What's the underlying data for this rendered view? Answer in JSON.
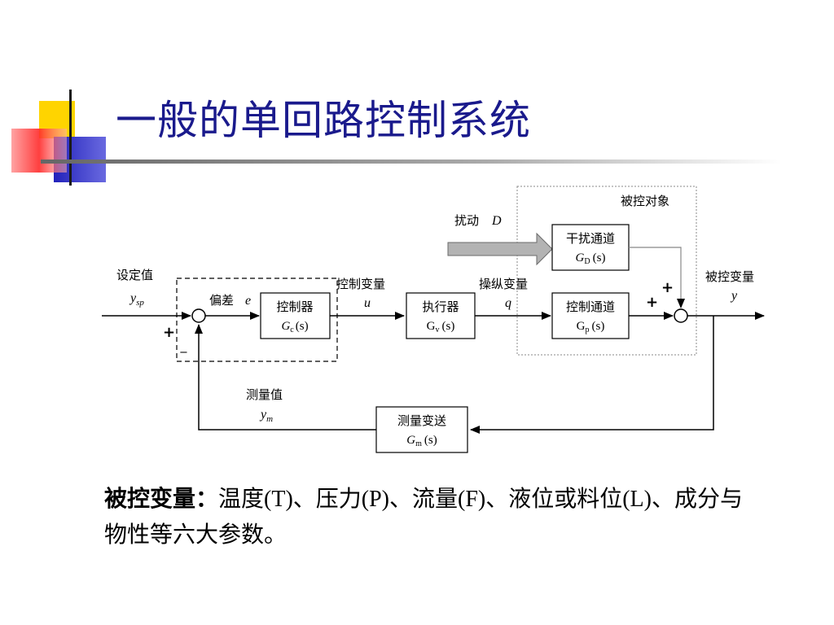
{
  "title": "一般的单回路控制系统",
  "colors": {
    "title": "#1a1a8c",
    "deco_yellow": "#ffd700",
    "deco_blue": "#2a2acc",
    "deco_red": "#ff3333",
    "rule": "#7f7f7f"
  },
  "diagram": {
    "object_label": "被控对象",
    "disturbance": {
      "label": "扰动",
      "symbol": "D"
    },
    "setpoint": {
      "label": "设定值",
      "symbol_main": "y",
      "symbol_sub": "sp"
    },
    "error": {
      "label": "偏差",
      "symbol": "e"
    },
    "controller": {
      "name": "控制器",
      "tf_main": "G",
      "tf_sub": "c",
      "tf_arg": "(s)"
    },
    "control_var": {
      "label": "控制变量",
      "symbol": "u"
    },
    "actuator": {
      "name": "执行器",
      "tf_main": "G",
      "tf_sub": "v",
      "tf_arg": "(s)"
    },
    "manip_var": {
      "label": "操纵变量",
      "symbol": "q"
    },
    "disturbance_channel": {
      "name": "干扰通道",
      "tf_main": "G",
      "tf_sub": "D",
      "tf_arg": "(s)"
    },
    "control_channel": {
      "name": "控制通道",
      "tf_main": "G",
      "tf_sub": "p",
      "tf_arg": "(s)"
    },
    "controlled_var": {
      "label": "被控变量",
      "symbol": "y"
    },
    "measurement": {
      "label": "测量值",
      "symbol_main": "y",
      "symbol_sub": "m"
    },
    "transmitter": {
      "name": "测量变送",
      "tf_main": "G",
      "tf_sub": "m",
      "tf_arg": "(s)"
    },
    "signs": {
      "plus": "+",
      "minus": "−"
    }
  },
  "caption": {
    "bold": "被控变量：",
    "text": "温度(T)、压力(P)、流量(F)、液位或料位(L)、成分与物性等六大参数。"
  }
}
